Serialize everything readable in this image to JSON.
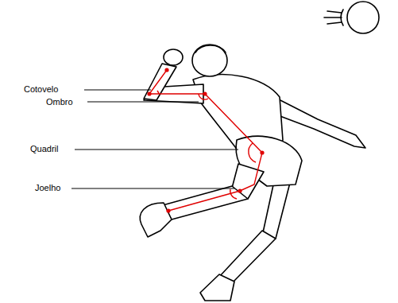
{
  "diagram": {
    "labels": [
      "Cotovelo",
      "Ombro",
      "Quadril",
      "Joelho"
    ]
  }
}
